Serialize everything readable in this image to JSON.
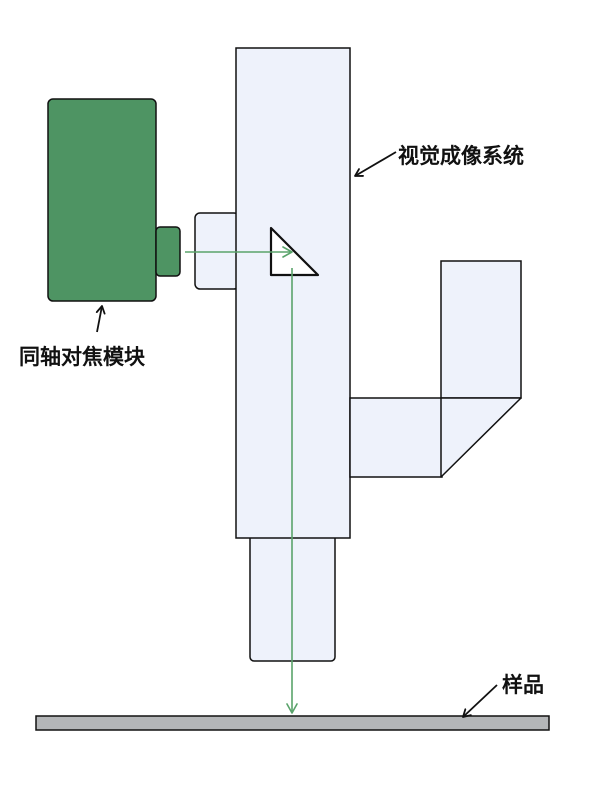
{
  "labels": {
    "vision_system": "视觉成像系统",
    "coaxial_focus_module": "同轴对焦模块",
    "sample": "样品"
  },
  "colors": {
    "body_fill": "#eef2fb",
    "stroke": "#111111",
    "module_fill": "#4e9463",
    "beam": "#5aa36b",
    "sample_fill": "#b4b6b8"
  }
}
